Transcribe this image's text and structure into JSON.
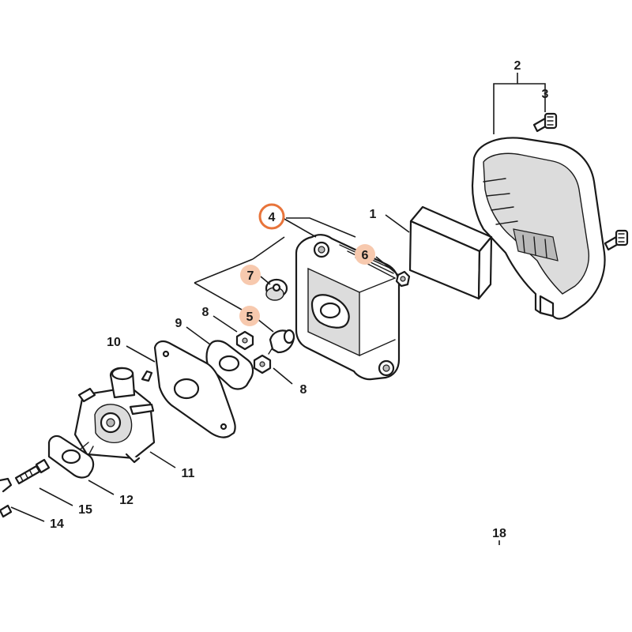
{
  "callouts": {
    "c1": "1",
    "c2": "2",
    "c3": "3",
    "c4": "4",
    "c5": "5",
    "c6": "6",
    "c7": "7",
    "c8a": "8",
    "c8b": "8",
    "c9": "9",
    "c10": "10",
    "c11": "11",
    "c12": "12",
    "c14": "14",
    "c15": "15",
    "c18": "18"
  },
  "colors": {
    "highlight_ring": "#e8743a",
    "highlight_fill": "#f7c9ae"
  },
  "icons": {
    "air-filter": "air-filter-icon",
    "filter-cover": "filter-cover-icon",
    "filter-base": "filter-base-icon",
    "carburetor": "carburetor-icon"
  }
}
